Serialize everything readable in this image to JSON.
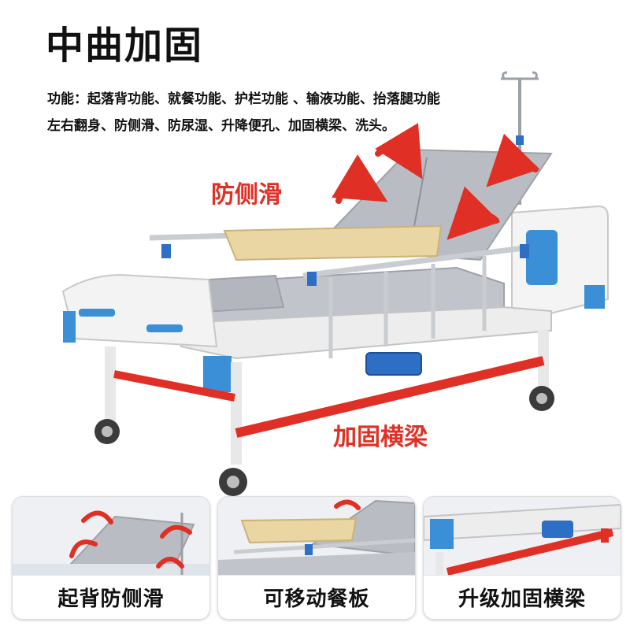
{
  "header": {
    "title": "中曲加固",
    "functions_line1": "功能：起落背功能、就餐功能、护栏功能 、输液功能、抬落腿功能",
    "functions_line2": "左右翻身、防侧滑、防尿湿、升降便孔、加固横梁、洗头。"
  },
  "callouts": {
    "anti_slide": "防侧滑",
    "reinforced_beam": "加固横梁"
  },
  "thumbnails": [
    {
      "caption": "起背防侧滑"
    },
    {
      "caption": "可移动餐板"
    },
    {
      "caption": "升级加固横梁"
    }
  ],
  "colors": {
    "accent_red": "#e02f24",
    "frame_white": "#f2f2f2",
    "mattress_gray": "#b9bcc2",
    "panel_blue": "#3a8fd6",
    "tray_wood": "#e9d6a3"
  }
}
